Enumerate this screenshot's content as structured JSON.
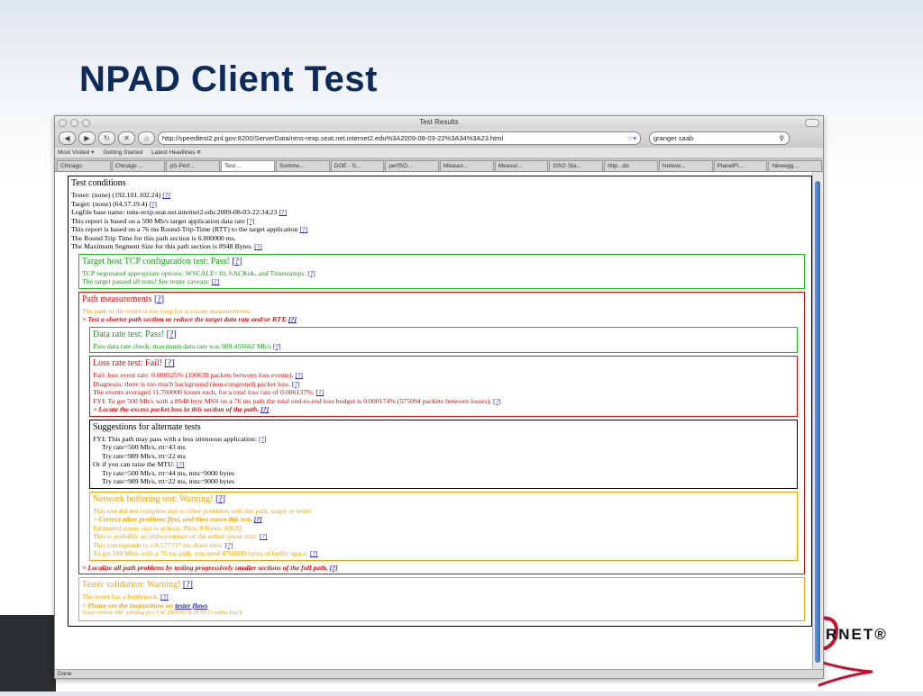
{
  "slide": {
    "title": "NPAD Client Test",
    "logo_text": "RNET®"
  },
  "browser": {
    "window_title": "Test Results",
    "url": "http://speedtest2.pnl.gov:8200/ServerData/nms-rexp.seat.net.internet2.edu%3A2009-08-03-22%3A34%3A23.html",
    "search_value": "granger saab",
    "bookmarks": [
      "Most Visited ▾",
      "Getting Started",
      "Latest Headlines श"
    ],
    "tabs": [
      "Chicago",
      "Chicago ...",
      "pS-Perf...",
      "Test ...",
      "Summe...",
      "DOE - S...",
      "perfSO...",
      "Measur...",
      "Measur...",
      "OSG Sta...",
      "http...do",
      "Networ...",
      "PlanetFl...",
      "Newegg..."
    ],
    "status": "Done"
  },
  "page": {
    "test_conditions": {
      "heading": "Test conditions",
      "lines": [
        "Tester: (none) (192.101.102.24)",
        "Target: (none) (64.57.19.4)",
        "Logfile base name: nms-rexp.seat.net.internet2.edu:2009-08-03-22:34:23",
        "This report is based on a 500 Mb/s target application data rate",
        "This report is based on a 76 ms Round-Trip-Time (RTT) to the target application",
        "The Round Trip Time for this path section is 6.000000 ms.",
        "The Maximum Segment Size for this path section is 8948 Bytes."
      ]
    },
    "help_link": "[?]",
    "tcp_config": {
      "heading": "Target host TCP configuration test: Pass!",
      "lines": [
        "TCP negotiated appropriate options: WSCALE=10, SACKok, and Timestamps.",
        "The target passed all tests! See tester caveats:"
      ]
    },
    "path": {
      "heading": "Path measurements",
      "line1": "The path to the tester is too long for accurate measurements.",
      "line2": ">  Test a shorter path section or reduce the target data rate and/or RTT.",
      "footer": ">  Localize all path problems by testing progressively smaller sections of the full path."
    },
    "data_rate": {
      "heading": "Data rate test: Pass!",
      "line": "Pass data rate check: maximum data rate was 989.456662 Mb/s"
    },
    "loss_rate": {
      "heading": "Loss rate test: Fail!",
      "lines": [
        "Fail: loss event rate: 0.000525% (190639 packets between loss events).",
        "Diagnosis: there is too much background (non-congested) packet loss.",
        "The events averaged 11.700000 losses each, for a total loss rate of 0.006137%.",
        "FYI: To get 500 Mb/s with a 8948 byte MSS on a 76 ms path the total end-to-end loss budget is 0.000174% (575094 packets between losses)."
      ],
      "action": ">  Locate the excess packet loss in this section of the path."
    },
    "suggestions": {
      "heading": "Suggestions for alternate tests",
      "fyi": "FYI: This path may pass with a less strenuous application:",
      "try1": "Try rate=500 Mb/s, rtt=43 ms",
      "try2": "Try rate=989 Mb/s, rtt=22 ms",
      "mtu": "Or if you can raise the MTU:",
      "try3": "Try rate=500 Mb/s, rtt=44 ms, mtu=9000 bytes",
      "try4": "Try rate=989 Mb/s, rtt=22 ms, mtu=9000 bytes"
    },
    "buffering": {
      "heading": "Network buffering test: Warning!",
      "line1": "This test did not complete due to other problems with the path, target or tester.",
      "line2": ">  Correct other problems first, and then rerun this test.",
      "line3": "Estimated queue size is at least: Pkts: 9 Bytes: 80532",
      "line4": "This is probably an underestimate of the actual queue size:",
      "line5": "This corresponds to a 0.577737 ms drain time.",
      "line6": "To get 500 Mb/s with a 76 ms path, you need 4750000 bytes of buffer space."
    },
    "tester_validation": {
      "heading": "Tester validation: Warning!",
      "line1": "The tester has a bottleneck.",
      "line2_prefix": ">  Please see the instructions on ",
      "line2_link": "tester flaws",
      "line3": "Tester version: Md: pathdiag.py,v 1.42 2008/06/18 20:39:33 mathis Exp $"
    }
  },
  "colors": {
    "pass": "#1a9a1a",
    "fail": "#d01010",
    "warning": "#f0a500",
    "title": "#0d2b5a"
  }
}
